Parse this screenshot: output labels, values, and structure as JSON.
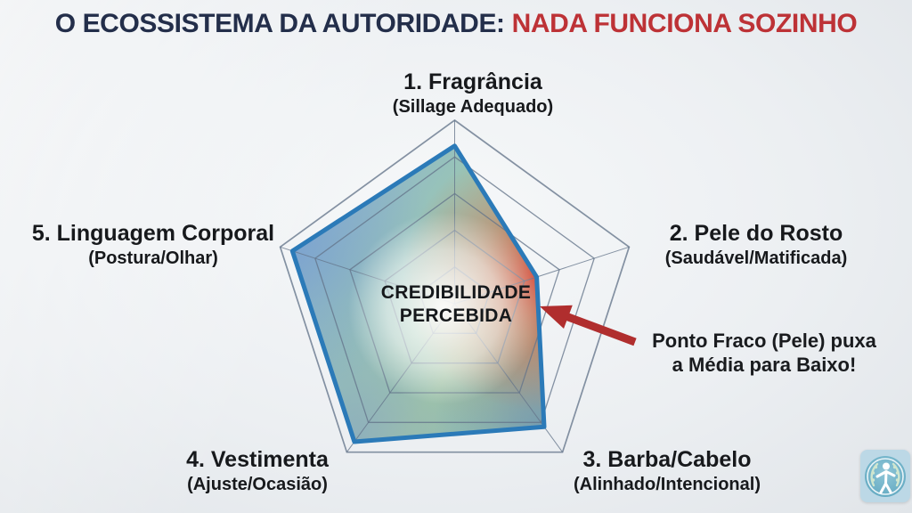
{
  "header": {
    "title_part1": "O ECOSSISTEMA DA AUTORIDADE:",
    "title_part2": "NADA FUNCIONA SOZINHO"
  },
  "chart_data": {
    "type": "radar",
    "title": "O ECOSSISTEMA DA AUTORIDADE: NADA FUNCIONA SOZINHO",
    "max": 10,
    "rings": 5,
    "grid": "pentagon, 5 concentric levels with radial spokes",
    "axes": [
      {
        "name": "1. Fragrância",
        "sub": "(Sillage Adequado)",
        "position": "top"
      },
      {
        "name": "2. Pele do Rosto",
        "sub": "(Saudável/Matificada)",
        "position": "right"
      },
      {
        "name": "3. Barba/Cabelo",
        "sub": "(Alinhado/Intencional)",
        "position": "bottom-right"
      },
      {
        "name": "4. Vestimenta",
        "sub": "(Ajuste/Ocasião)",
        "position": "bottom-left"
      },
      {
        "name": "5. Linguagem Corporal",
        "sub": "(Postura/Olhar)",
        "position": "left"
      }
    ],
    "series": [
      {
        "name": "Credibilidade Percebida",
        "values": [
          8.6,
          4.7,
          8.3,
          9.3,
          9.3
        ]
      }
    ],
    "center_label_line1": "CREDIBILIDADE",
    "center_label_line2": "PERCEBIDA",
    "weak_point_axis": "2. Pele do Rosto"
  },
  "annotation": {
    "line1": "Ponto Fraco (Pele) puxa",
    "line2": "a Média para Baixo!"
  },
  "logo": {
    "icon": "person-laurel-badge"
  },
  "colors": {
    "title_navy": "#232e4a",
    "title_red": "#bd3236",
    "arrow_red": "#b02e2e",
    "polygon_stroke": "#2b7ab8",
    "grid_line": "#64748b",
    "weak_point_red": "#d94f3f",
    "fill_blue": "#7fa6d2",
    "fill_green": "#9ac69b",
    "background": "#eceff2",
    "label_text": "#17191c"
  }
}
